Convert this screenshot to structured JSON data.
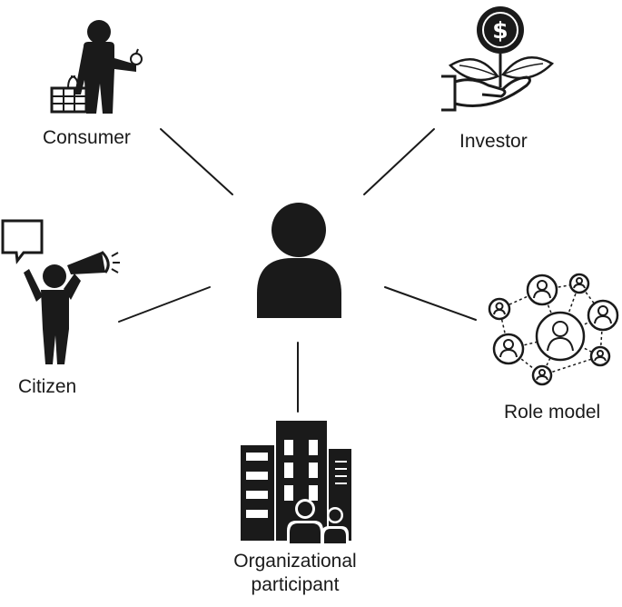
{
  "center": {
    "icon": "person-icon"
  },
  "roles": [
    {
      "label": "Consumer",
      "icon": "consumer-basket-icon"
    },
    {
      "label": "Investor",
      "icon": "investor-money-plant-icon"
    },
    {
      "label": "Citizen",
      "icon": "citizen-megaphone-icon"
    },
    {
      "label": "Role model",
      "icon": "role-model-network-icon"
    },
    {
      "label_line1": "Organizational",
      "label_line2": "participant",
      "icon": "organization-buildings-icon"
    }
  ],
  "colors": {
    "ink": "#1a1a1a",
    "background": "#ffffff"
  }
}
